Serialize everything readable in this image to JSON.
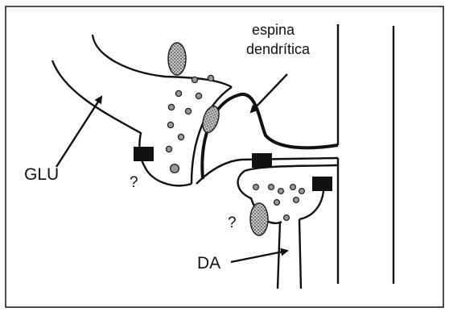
{
  "labels": {
    "spine_line1": "espina",
    "spine_line2": "dendrítica",
    "glu": "GLU",
    "question_upper": "?",
    "da": "DA",
    "question_lower": "?"
  },
  "colors": {
    "line": "#111111",
    "receptor": "#111111",
    "vesicle_stroke": "#222222",
    "vesicle_fill": "#9a9a9a",
    "background": "#ffffff"
  }
}
